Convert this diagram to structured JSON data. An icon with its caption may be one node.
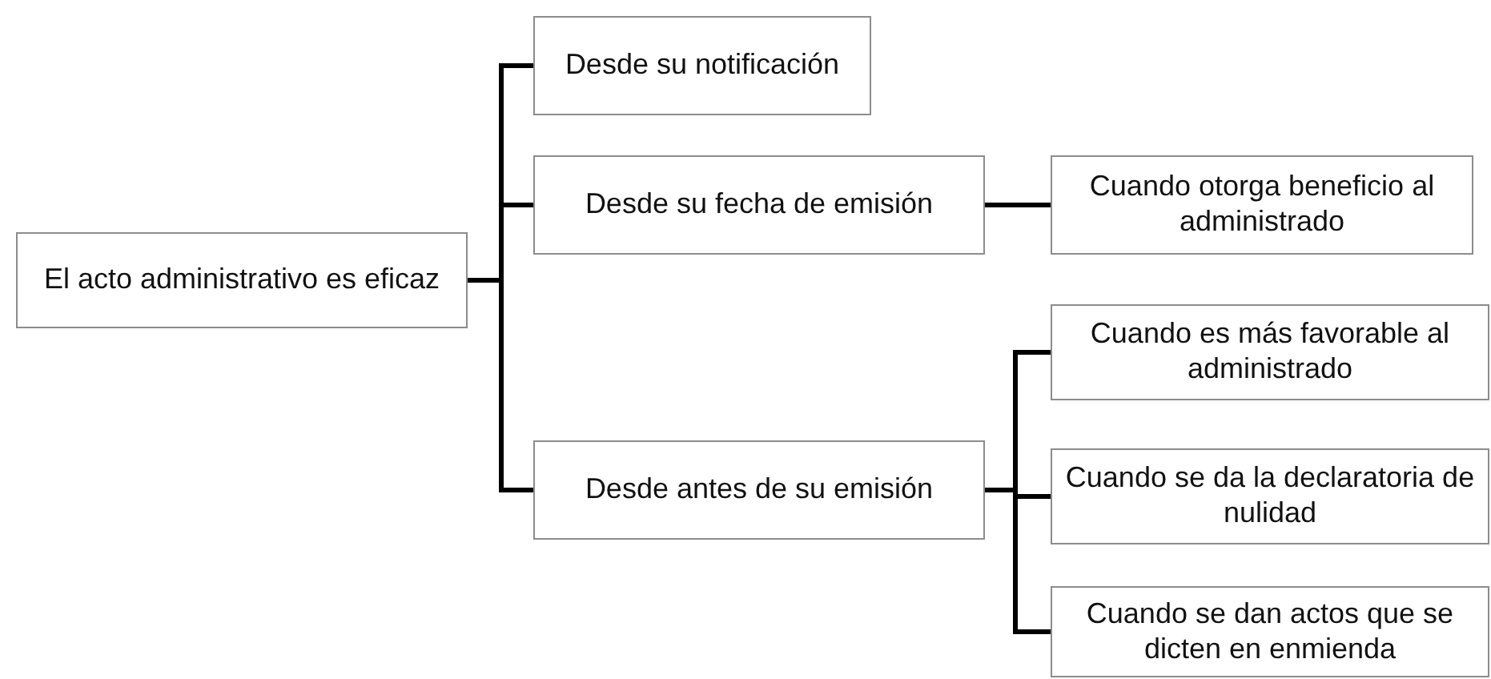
{
  "diagram": {
    "nodes": [
      {
        "text": [
          "El acto administrativo es eficaz"
        ]
      },
      {
        "text": [
          "Desde su notificación"
        ]
      },
      {
        "text": [
          "Desde su fecha de emisión"
        ]
      },
      {
        "text": [
          "Cuando otorga beneficio al administrado"
        ]
      },
      {
        "text": [
          "Desde antes de su emisión"
        ]
      },
      {
        "text": [
          "Cuando es más favorable al administrado"
        ]
      },
      {
        "text": [
          "Cuando se da la declaratoria de nulidad"
        ]
      },
      {
        "text": [
          "Cuando se dan actos que se dicten en enmienda"
        ]
      }
    ],
    "edges": [
      {
        "from": 0,
        "to": 1,
        "arrow": "none"
      },
      {
        "from": 0,
        "to": 2,
        "arrow": "none"
      },
      {
        "from": 0,
        "to": 4,
        "arrow": "none"
      },
      {
        "from": 2,
        "to": 3,
        "arrow": "none"
      },
      {
        "from": 4,
        "to": 5,
        "arrow": "none"
      },
      {
        "from": 4,
        "to": 6,
        "arrow": "none"
      },
      {
        "from": 4,
        "to": 7,
        "arrow": "none"
      }
    ]
  }
}
